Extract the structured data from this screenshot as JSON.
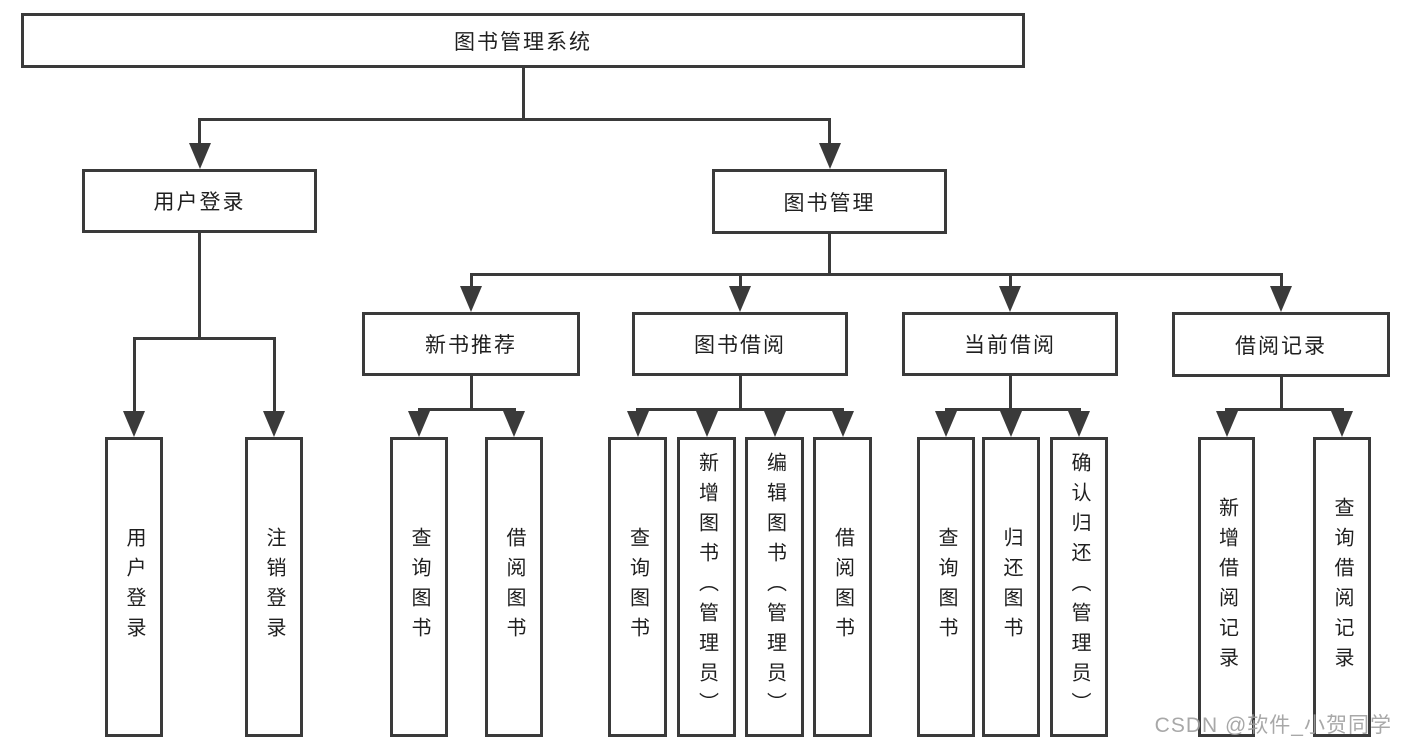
{
  "colors": {
    "line": "#3a3a3a",
    "text": "#1f1f1f",
    "box_background": "#ffffff",
    "watermark": "#9e9e9e"
  },
  "watermark": {
    "text": "CSDN @软件_小贺同学"
  },
  "diagram": {
    "title": "图书管理系统",
    "nodes": [
      {
        "id": "root",
        "label": "图书管理系统",
        "level": 1
      },
      {
        "id": "user-login",
        "label": "用户登录",
        "level": 2
      },
      {
        "id": "book-management",
        "label": "图书管理",
        "level": 2
      },
      {
        "id": "new-book-recommend",
        "label": "新书推荐",
        "level": 3
      },
      {
        "id": "book-borrowing",
        "label": "图书借阅",
        "level": 3
      },
      {
        "id": "current-borrowing",
        "label": "当前借阅",
        "level": 3
      },
      {
        "id": "borrowing-records",
        "label": "借阅记录",
        "level": 3
      },
      {
        "id": "leaf-user-login",
        "label": "用户登录",
        "level": 4
      },
      {
        "id": "leaf-logout",
        "label": "注销登录",
        "level": 4
      },
      {
        "id": "leaf-query-books-1",
        "label": "查询图书",
        "level": 4
      },
      {
        "id": "leaf-borrow-books-1",
        "label": "借阅图书",
        "level": 4
      },
      {
        "id": "leaf-query-books-2",
        "label": "查询图书",
        "level": 4
      },
      {
        "id": "leaf-add-books",
        "label": "新增图书（管理员）",
        "level": 4
      },
      {
        "id": "leaf-edit-books",
        "label": "编辑图书（管理员）",
        "level": 4
      },
      {
        "id": "leaf-borrow-books-2",
        "label": "借阅图书",
        "level": 4
      },
      {
        "id": "leaf-query-books-3",
        "label": "查询图书",
        "level": 4
      },
      {
        "id": "leaf-return-books",
        "label": "归还图书",
        "level": 4
      },
      {
        "id": "leaf-confirm-return",
        "label": "确认归还（管理员）",
        "level": 4
      },
      {
        "id": "leaf-add-borrow-record",
        "label": "新增借阅记录",
        "level": 4
      },
      {
        "id": "leaf-query-borrow-record",
        "label": "查询借阅记录",
        "level": 4
      }
    ],
    "edges": [
      {
        "from": "root",
        "to": [
          "user-login",
          "book-management"
        ]
      },
      {
        "from": "user-login",
        "to": [
          "leaf-user-login",
          "leaf-logout"
        ]
      },
      {
        "from": "book-management",
        "to": [
          "new-book-recommend",
          "book-borrowing",
          "current-borrowing",
          "borrowing-records"
        ]
      },
      {
        "from": "new-book-recommend",
        "to": [
          "leaf-query-books-1",
          "leaf-borrow-books-1"
        ]
      },
      {
        "from": "book-borrowing",
        "to": [
          "leaf-query-books-2",
          "leaf-add-books",
          "leaf-edit-books",
          "leaf-borrow-books-2"
        ]
      },
      {
        "from": "current-borrowing",
        "to": [
          "leaf-query-books-3",
          "leaf-return-books",
          "leaf-confirm-return"
        ]
      },
      {
        "from": "borrowing-records",
        "to": [
          "leaf-add-borrow-record",
          "leaf-query-borrow-record"
        ]
      }
    ]
  }
}
